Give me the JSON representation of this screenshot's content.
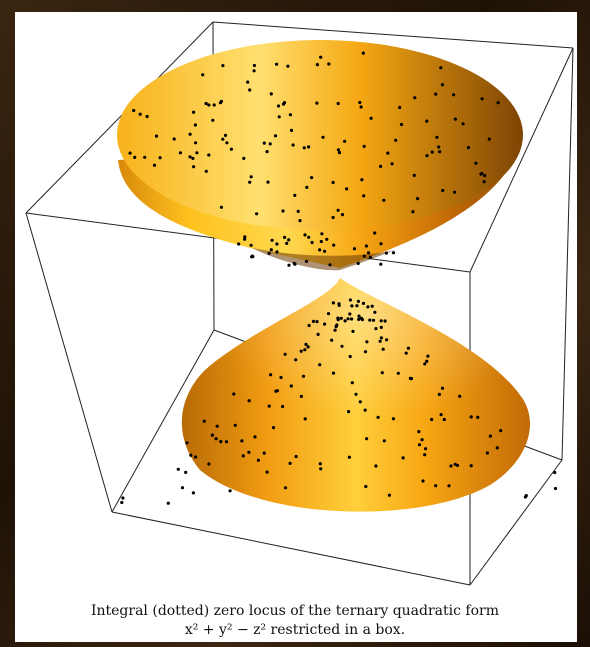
{
  "caption": {
    "line1": "Integral (dotted) zero locus of the ternary quadratic form",
    "line2": "x² + y² − z² restricted in a box."
  },
  "colors": {
    "surface_light": "#ffcf3a",
    "surface_mid": "#f2a20f",
    "surface_dark": "#8a4d05",
    "dots": "#000000",
    "box_edges": "#222222",
    "frame": "#2a1a0c"
  },
  "icons": {
    "upper_cone": "upper-cone-surface",
    "lower_cone": "lower-cone-surface",
    "bounding_box": "wireframe-box"
  }
}
